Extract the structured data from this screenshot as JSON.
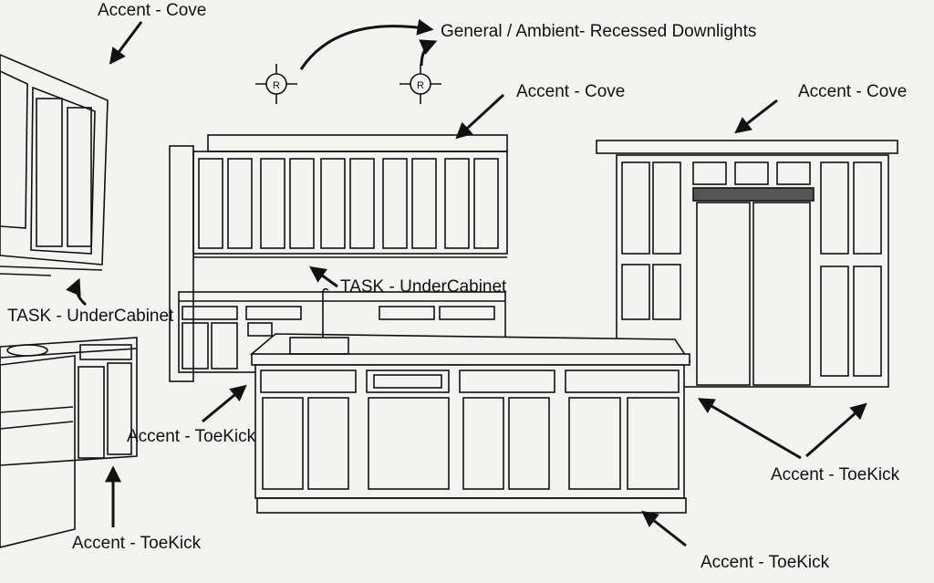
{
  "labels": {
    "cove_top_left": "Accent - Cove",
    "ambient": "General / Ambient- Recessed Downlights",
    "cove_center": "Accent - Cove",
    "cove_right": "Accent - Cove",
    "task_center": "TASK - UnderCabinet",
    "task_left": "TASK - UnderCabinet",
    "toekick_mid_left": "Accent - ToeKick",
    "toekick_bottom_left": "Accent - ToeKick",
    "toekick_right": "Accent - ToeKick",
    "toekick_bottom_center": "Accent - ToeKick"
  },
  "downlight_symbol": "R",
  "colors": {
    "ink": "#111111",
    "paper": "#f3f3f1"
  }
}
